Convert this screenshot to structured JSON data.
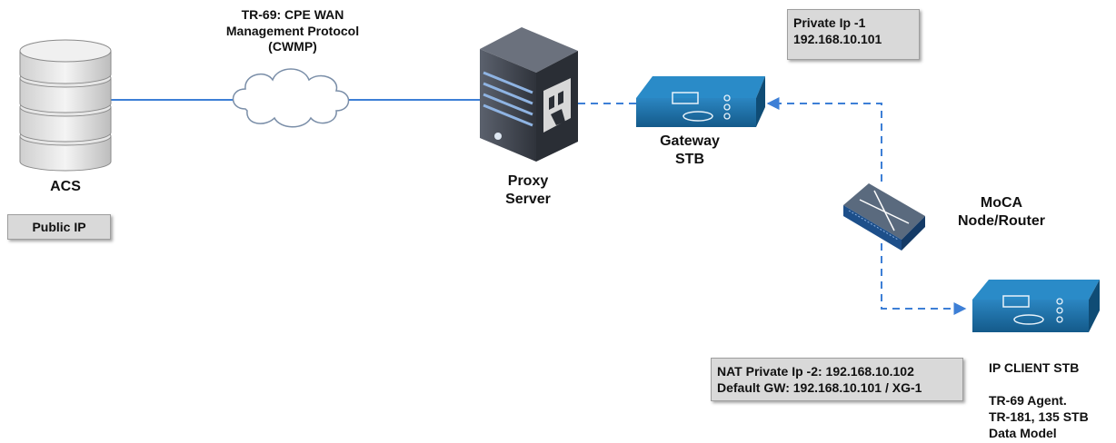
{
  "labels": {
    "acs": "ACS",
    "public_ip": "Public IP",
    "cwmp": "TR-69: CPE WAN\nManagement Protocol\n(CWMP)",
    "proxy": "Proxy\nServer",
    "gateway": "Gateway\nSTB",
    "private_ip_1": "Private Ip -1\n192.168.10.101",
    "moca": "MoCA\nNode/Router",
    "nat_box": "NAT Private Ip -2: 192.168.10.102\nDefault GW: 192.168.10.101 / XG-1",
    "client_title": "IP CLIENT STB",
    "client_agent": "TR-69 Agent.\nTR-181, 135 STB\nData Model"
  },
  "colors": {
    "device_blue": "#1a6fa6",
    "device_dark": "#0f4c75",
    "link_solid": "#3d7fd6",
    "link_dashed": "#3d7fd6",
    "server_dark": "#3a3f49",
    "box_fill": "#d9d9d9"
  },
  "icons": [
    "database-icon",
    "cloud-icon",
    "server-icon",
    "settop-box-icon",
    "router-icon"
  ]
}
